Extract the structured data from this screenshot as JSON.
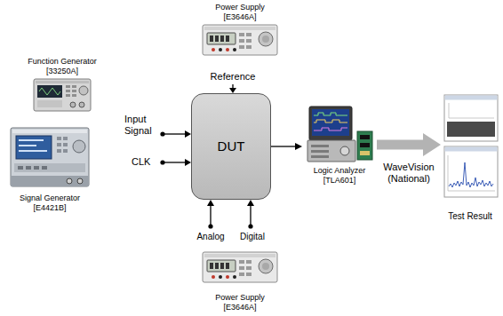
{
  "diagram": {
    "nodes": [
      {
        "text": [
          "Power Supply",
          "[E3646A]"
        ]
      },
      {
        "text": [
          "Function Generator",
          "[33250A]"
        ]
      },
      {
        "text": [
          "Signal Generator",
          "[E4421B]"
        ]
      },
      {
        "text": [
          "DUT"
        ]
      },
      {
        "text": [
          "Logic Analyzer",
          "[TLA601]"
        ]
      },
      {
        "text": [
          "Test Result"
        ]
      },
      {
        "text": [
          "Power Supply",
          "[E3646A]"
        ]
      }
    ],
    "edges": [
      {
        "from": 3,
        "to": 4,
        "arrow": "to"
      },
      {
        "from": 4,
        "to": 5,
        "label": "WaveVision (National)",
        "arrow": "to"
      }
    ],
    "labels": [
      "Reference",
      "Input Signal",
      "CLK",
      "Analog",
      "Digital"
    ]
  }
}
